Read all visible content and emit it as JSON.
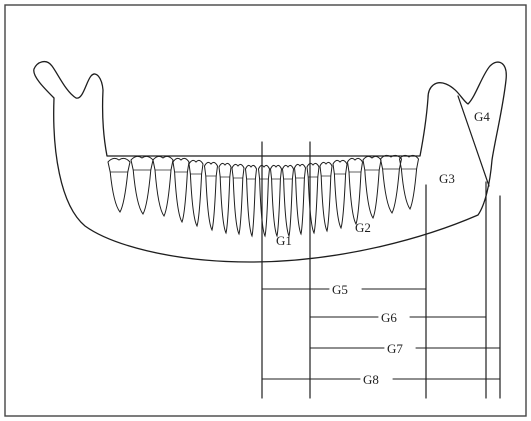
{
  "labels": {
    "g1": "G1",
    "g2": "G2",
    "g3": "G3",
    "g4": "G4",
    "g5": "G5",
    "g6": "G6",
    "g7": "G7",
    "g8": "G8"
  },
  "colors": {
    "ink": "#1e1e1e",
    "paper": "#ffffff"
  }
}
